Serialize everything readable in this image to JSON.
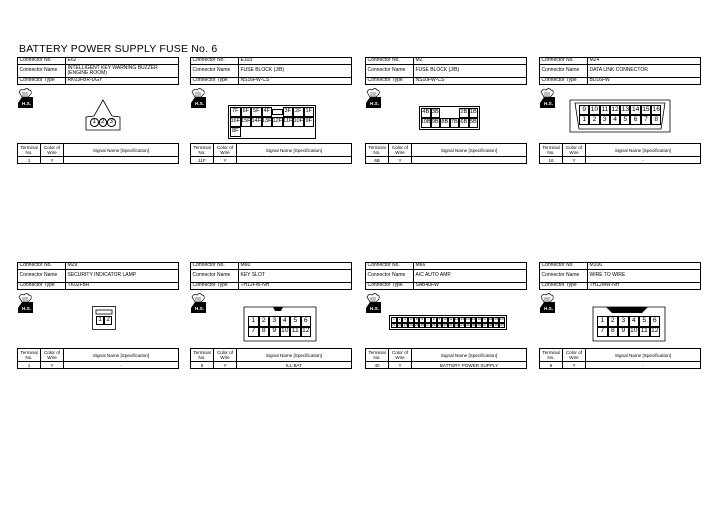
{
  "title": "BATTERY POWER SUPPLY FUSE No. 6",
  "labels": {
    "connector_no": "Connector No.",
    "connector_name": "Connector Name",
    "connector_type": "Connector Type",
    "terminal_no": "Terminal No.",
    "color_of_wire": "Color of Wire",
    "signal_name": "Signal Name [Specification]",
    "hs": "H.S."
  },
  "connectors": [
    {
      "no": "E62",
      "name": "INTELLIGENT KEY WARNING BUZZER (ENGINE ROOM)",
      "type": "RK03FBR-DGY",
      "terminal": "1",
      "color": "Y",
      "signal": ""
    },
    {
      "no": "E103",
      "name": "FUSE BLOCK (J/B)",
      "type": "NS16FW-CS",
      "terminal": "11F",
      "color": "Y",
      "signal": ""
    },
    {
      "no": "M2",
      "name": "FUSE BLOCK (J/B)",
      "type": "NS10FW-CS",
      "terminal": "6B",
      "color": "Y",
      "signal": ""
    },
    {
      "no": "M24",
      "name": "DATA LINK CONNECTOR",
      "type": "BD16FW",
      "terminal": "16",
      "color": "Y",
      "signal": "-"
    },
    {
      "no": "M29",
      "name": "SECURITY INDICATOR LAMP",
      "type": "TK02FBR",
      "terminal": "1",
      "color": "Y",
      "signal": "-"
    },
    {
      "no": "M60",
      "name": "KEY SLOT",
      "type": "TH12FW-NH",
      "terminal": "5",
      "color": "Y",
      "signal": "ILL BAT"
    },
    {
      "no": "M66",
      "name": "A/C AUTO AMP.",
      "type": "SAB40FW",
      "terminal": "40",
      "color": "Y",
      "signal": "BATTERY POWER SUPPLY"
    },
    {
      "no": "M106",
      "name": "WIRE TO WIRE",
      "type": "TH12MW-NH",
      "terminal": "5",
      "color": "Y",
      "signal": "-"
    }
  ],
  "pins": {
    "c0": [
      "1",
      "2",
      "3"
    ],
    "c1": [
      "7F",
      "6F",
      "5F",
      "4F",
      "",
      "3F",
      "2F",
      "1F",
      "16F",
      "15F",
      "14F",
      "13F",
      "12F",
      "11F",
      "10F",
      "9F",
      "8F"
    ],
    "c2": [
      "4B",
      "3B",
      "",
      "2B",
      "1B",
      "10B",
      "9B",
      "8B",
      "7B",
      "6B",
      "5B"
    ],
    "c3": [
      "9",
      "10",
      "11",
      "12",
      "13",
      "14",
      "15",
      "16",
      "1",
      "2",
      "3",
      "4",
      "5",
      "6",
      "7",
      "8"
    ],
    "c4": [
      "1",
      "2"
    ],
    "c5": [
      "1",
      "2",
      "3",
      "4",
      "5",
      "6",
      "7",
      "8",
      "9",
      "10",
      "11",
      "12"
    ],
    "c6": [
      "1",
      "2",
      "3",
      "4",
      "5",
      "6",
      "7",
      "8",
      "9",
      "10",
      "11",
      "12",
      "13",
      "14",
      "15",
      "16",
      "17",
      "18",
      "19",
      "20",
      "21",
      "22",
      "23",
      "24",
      "25",
      "26",
      "27",
      "28",
      "29",
      "30",
      "31",
      "32",
      "33",
      "34",
      "35",
      "36",
      "37",
      "38",
      "39",
      "40"
    ],
    "c7": [
      "1",
      "2",
      "3",
      "4",
      "5",
      "6",
      "7",
      "8",
      "9",
      "10",
      "11",
      "12"
    ]
  }
}
